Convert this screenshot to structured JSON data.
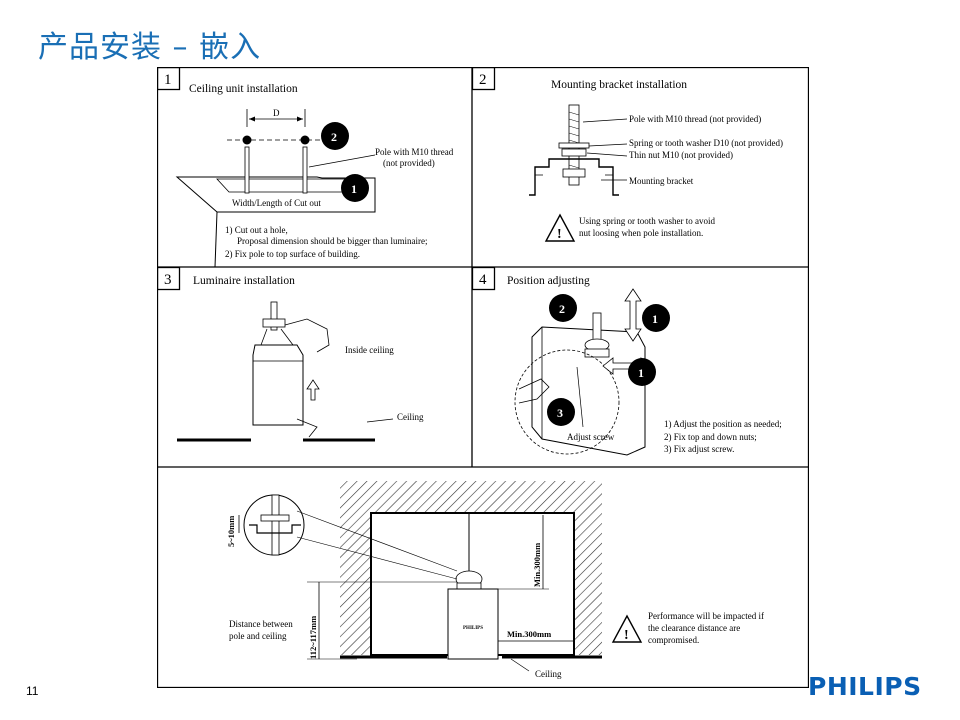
{
  "slide": {
    "title": "产品安装 – 嵌入",
    "page_number": "11",
    "brand": "PHILIPS"
  },
  "panel1": {
    "number": "1",
    "title": "Ceiling unit installation",
    "dimension_label": "D",
    "badge_a": "2",
    "badge_b": "1",
    "pole_label_line1": "Pole with M10 thread",
    "pole_label_line2": "(not provided)",
    "cutout_label": "Width/Length of Cut out",
    "note_line1": "1) Cut out a hole,",
    "note_line2": "Proposal dimension should be bigger than luminaire;",
    "note_line3": "2) Fix pole to top surface of building."
  },
  "panel2": {
    "number": "2",
    "title": "Mounting bracket installation",
    "label_pole": "Pole with M10 thread (not provided)",
    "label_washer": "Spring or tooth washer D10 (not provided)",
    "label_nut": "Thin nut M10 (not provided)",
    "label_bracket": "Mounting bracket",
    "warning_line1": "Using spring or tooth washer to avoid",
    "warning_line2": "nut loosing when pole installation."
  },
  "panel3": {
    "number": "3",
    "title": "Luminaire  installation",
    "label_inside": "Inside ceiling",
    "label_ceiling": "Ceiling"
  },
  "panel4": {
    "number": "4",
    "title": "Position adjusting",
    "badge_top": "2",
    "badge_right_top": "1",
    "badge_right_mid": "1",
    "badge_bottom": "3",
    "label_screw": "Adjust screw",
    "note_line1": "1) Adjust  the position as needed;",
    "note_line2": "2) Fix top and down nuts;",
    "note_line3": "3) Fix adjust screw."
  },
  "panel5": {
    "dim_nut": "5~10mm",
    "dim_top": "Min.300mm",
    "dim_side": "Min.300mm",
    "dim_pole": "112~117mm",
    "label_distance_line1": "Distance between",
    "label_distance_line2": "pole and ceiling",
    "label_ceiling": "Ceiling",
    "luminaire_logo": "PHILIPS",
    "warning_line1": "Performance will be impacted if",
    "warning_line2": "the clearance distance are",
    "warning_line3": "compromised."
  }
}
